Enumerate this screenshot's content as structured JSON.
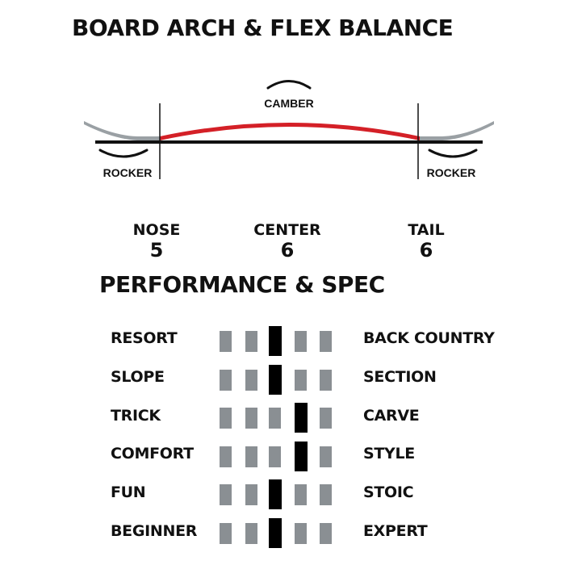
{
  "profile": {
    "title": "BOARD ARCH & FLEX BALANCE",
    "camber_label": "CAMBER",
    "rocker_left_label": "ROCKER",
    "rocker_right_label": "ROCKER",
    "colors": {
      "camber": "#d42027",
      "rocker": "#9aa0a4",
      "base": "#111111"
    }
  },
  "flex": {
    "items": [
      {
        "label": "NOSE",
        "value": "5"
      },
      {
        "label": "CENTER",
        "value": "6"
      },
      {
        "label": "TAIL",
        "value": "6"
      }
    ]
  },
  "spec": {
    "title": "PERFORMANCE & SPEC",
    "scale_steps": 5,
    "colors": {
      "inactive": "#8a8f93",
      "active": "#000000"
    },
    "rows": [
      {
        "left": "RESORT",
        "right": "BACK COUNTRY",
        "position": 3
      },
      {
        "left": "SLOPE",
        "right": "SECTION",
        "position": 3
      },
      {
        "left": "TRICK",
        "right": "CARVE",
        "position": 4
      },
      {
        "left": "COMFORT",
        "right": "STYLE",
        "position": 4
      },
      {
        "left": "FUN",
        "right": "STOIC",
        "position": 3
      },
      {
        "left": "BEGINNER",
        "right": "EXPERT",
        "position": 3
      }
    ]
  }
}
